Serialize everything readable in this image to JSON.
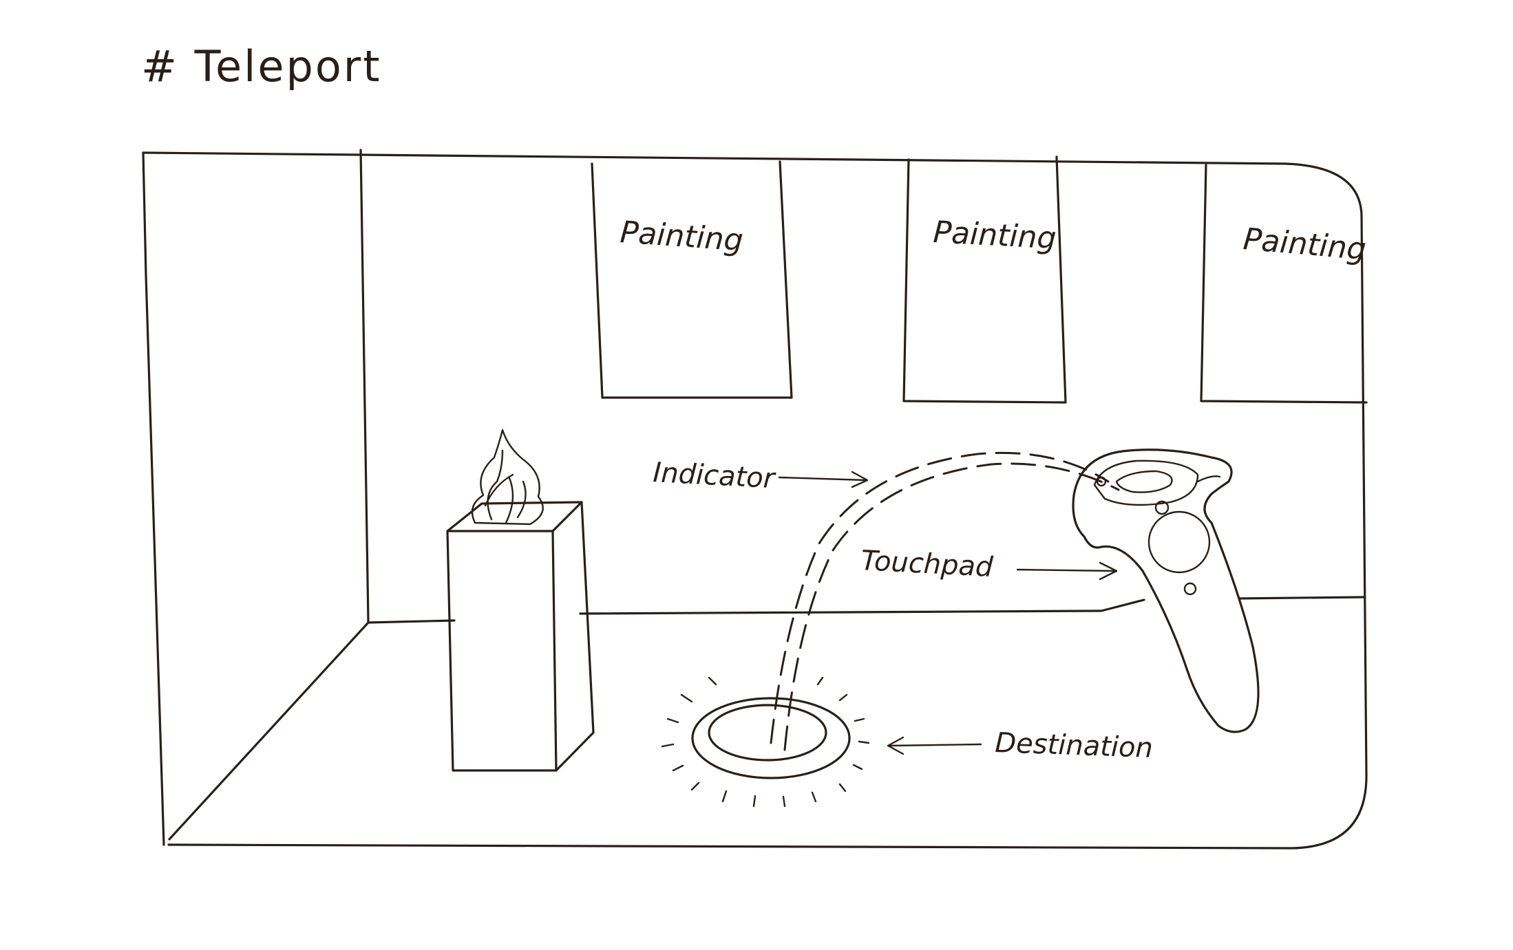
{
  "title": "# Teleport",
  "paintings": [
    "Painting",
    "Painting",
    "Painting"
  ],
  "labels": {
    "indicator": "Indicator",
    "touchpad": "Touchpad",
    "destination": "Destination"
  },
  "icons": {
    "sculpture": "flame-sculpture-icon",
    "controller": "vr-controller-icon",
    "destination_marker": "teleport-ring-icon",
    "arrow": "arrow-right-icon"
  },
  "ink_color": "#2a1f18"
}
